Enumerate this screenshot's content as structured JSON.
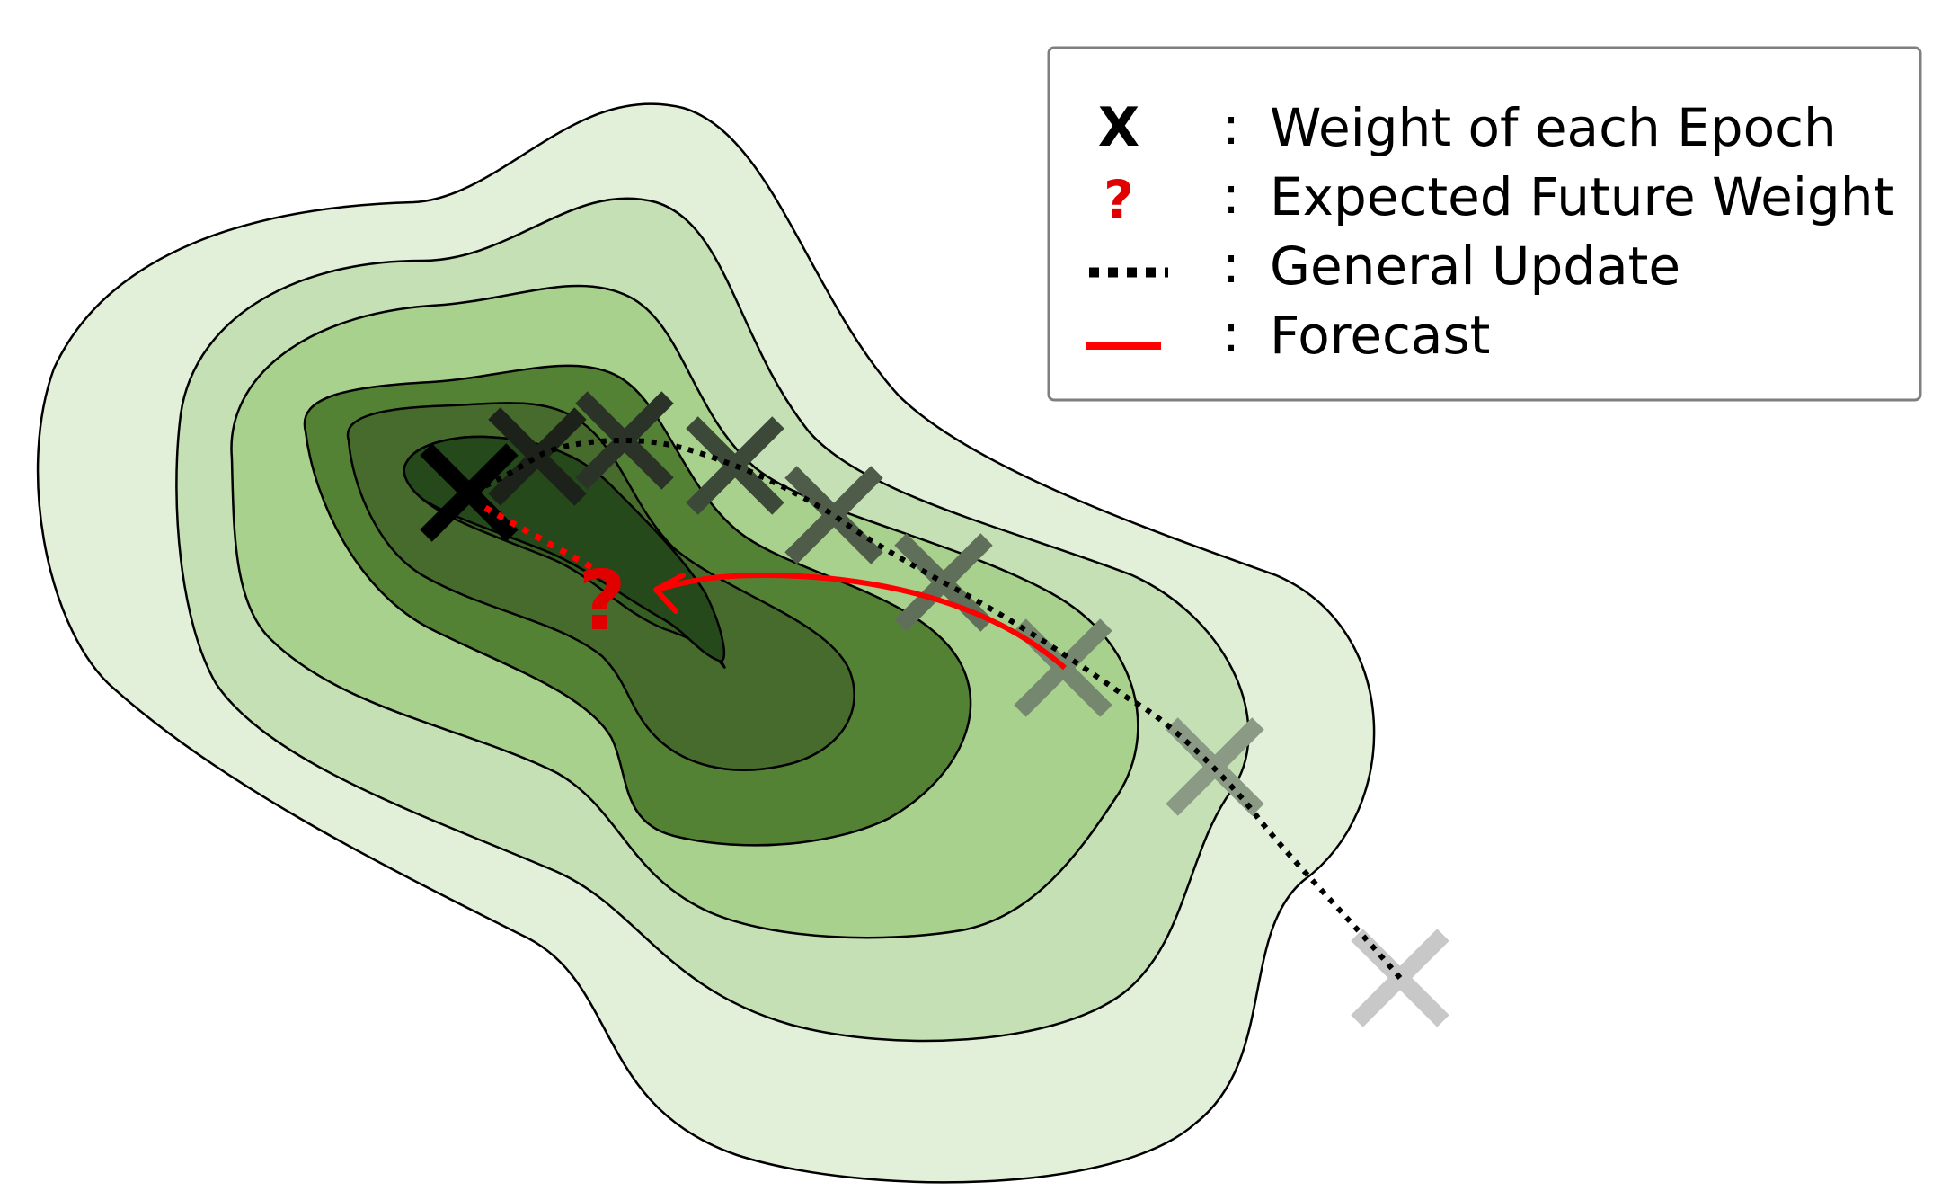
{
  "colors": {
    "contour_levels": [
      "#e2efd9",
      "#c5e0b4",
      "#a9d18e",
      "#548235",
      "#466b2d",
      "#365d22",
      "#25491a"
    ],
    "contour_stroke": "#000000",
    "general_update": "#000000",
    "forecast": "#ff0000",
    "question_mark": "#e00000",
    "legend_border": "#7f7f7f"
  },
  "legend": {
    "items": [
      {
        "symbol": "X",
        "separator": ":",
        "label": "Weight of each Epoch"
      },
      {
        "symbol": "?",
        "separator": ":",
        "label": "Expected Future Weight"
      },
      {
        "symbol": "dotted-line",
        "separator": ":",
        "label": "General Update"
      },
      {
        "symbol": "red-line",
        "separator": ":",
        "label": "Forecast"
      }
    ]
  },
  "diagram": {
    "question_mark": "?",
    "epoch_markers": [
      {
        "epoch": 1,
        "shade": "#c8c8c8"
      },
      {
        "epoch": 2,
        "shade": "#8a9a84"
      },
      {
        "epoch": 3,
        "shade": "#76876f"
      },
      {
        "epoch": 4,
        "shade": "#5f6f59"
      },
      {
        "epoch": 5,
        "shade": "#4e5c49"
      },
      {
        "epoch": 6,
        "shade": "#3c4838"
      },
      {
        "epoch": 7,
        "shade": "#2b3328"
      },
      {
        "epoch": 8,
        "shade": "#1c211a"
      },
      {
        "epoch": 9,
        "shade": "#000000"
      }
    ]
  }
}
